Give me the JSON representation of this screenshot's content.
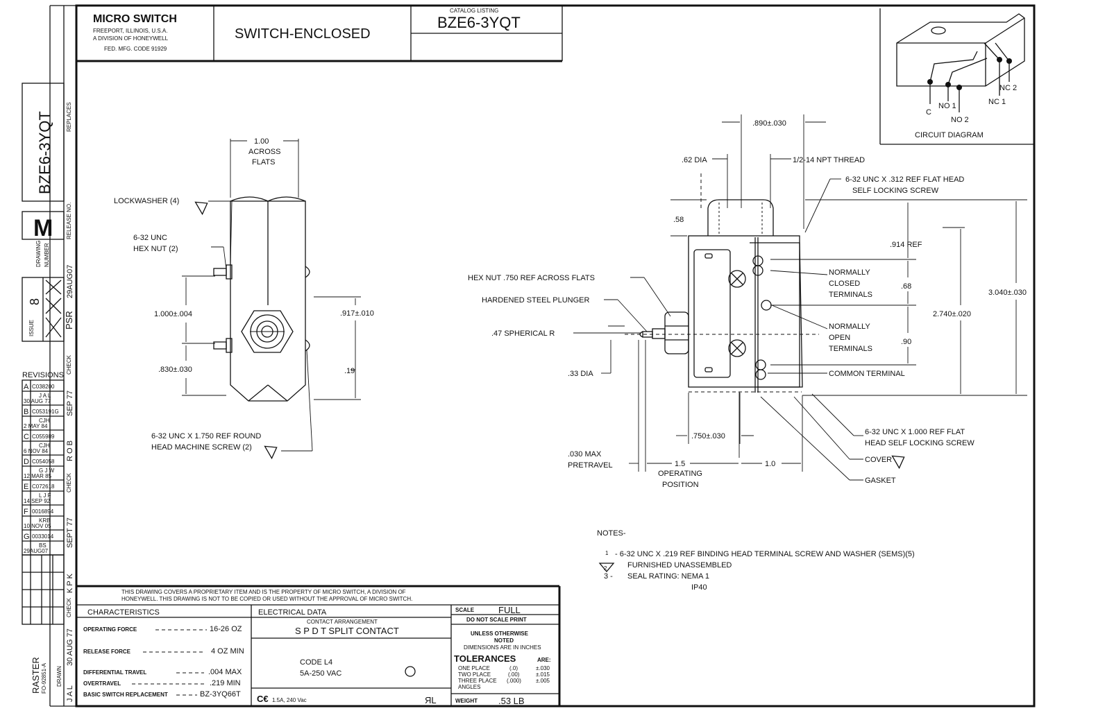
{
  "title_block": {
    "company": "MICRO SWITCH",
    "company_line2": "FREEPORT, ILLINOIS, U.S.A.",
    "company_line3": "A DIVISION OF HONEYWELL",
    "company_line4": "FED. MFG. CODE 91929",
    "drawing_title": "SWITCH-ENCLOSED",
    "catalog_label": "CATALOG LISTING",
    "catalog_number": "BZE6-3YQT"
  },
  "left_strip": {
    "part_number": "BZE6-3YQT",
    "release_letter": "M",
    "issue_number": "8",
    "issue_label": "ISSUE",
    "drawing_label": "DRAWING",
    "number_label": "NUMBER",
    "replaces_label": "REPLACES",
    "release_no_label": "RELEASE NO.",
    "check_label": "CHECK",
    "drawn_label": "DRAWN",
    "psr": "PSR",
    "date1": "29AUG07",
    "sep77": "SEP 77",
    "rob": "R O B",
    "sept77": "SEPT 77",
    "kpk": "K P K",
    "aug77": "30 AUG 77",
    "jal": "J A L",
    "raster": "RASTER",
    "raster_code": "FO-92851-A",
    "revisions_label": "REVISIONS",
    "revisions": [
      {
        "letter": "A",
        "code": "C038200",
        "by": "J A L",
        "date": "30 AUG 77"
      },
      {
        "letter": "B",
        "code": "C053191G",
        "by": "CJH",
        "date": "2 MAY 84"
      },
      {
        "letter": "C",
        "code": "C055989",
        "by": "CJH",
        "date": "6 NOV 84"
      },
      {
        "letter": "D",
        "code": "C054058",
        "by": "G J W",
        "date": "12 MAR 85"
      },
      {
        "letter": "E",
        "code": "C072618",
        "by": "L J F",
        "date": "14 SEP 92"
      },
      {
        "letter": "F",
        "code": "0016894",
        "by": "KRB",
        "date": "10 NOV 05"
      },
      {
        "letter": "G",
        "code": "0033014",
        "by": "BS",
        "date": "29AUG07"
      }
    ]
  },
  "front_view": {
    "across_flats": "1.00",
    "across_flats_label1": "ACROSS",
    "across_flats_label2": "FLATS",
    "lockwasher": "LOCKWASHER (4)",
    "hex_nut1": "6-32 UNC",
    "hex_nut2": "HEX NUT (2)",
    "dim_1000": "1.000±.004",
    "dim_830": ".830±.030",
    "dim_917": ".917±.010",
    "dim_19": ".19",
    "screw1": "6-32 UNC X 1.750 REF ROUND",
    "screw2": "HEAD MACHINE SCREW (2)",
    "note_marker": "2"
  },
  "side_view": {
    "dim_890": ".890±.030",
    "dia_62": ".62 DIA",
    "thread": "1/2-14 NPT   THREAD",
    "flat_screw1": "6-32 UNC X .312 REF FLAT HEAD",
    "flat_screw2": "SELF LOCKING SCREW",
    "dim_58": ".58",
    "dim_914": ".914 REF",
    "hex_nut750": "HEX NUT .750 REF ACROSS FLATS",
    "plunger": "HARDENED STEEL PLUNGER",
    "spherical": ".47 SPHERICAL R",
    "nc_terms1": "NORMALLY",
    "nc_terms2": "CLOSED",
    "nc_terms3": "TERMINALS",
    "no_terms1": "NORMALLY",
    "no_terms2": "OPEN",
    "no_terms3": "TERMINALS",
    "dim_68": ".68",
    "dim_90": ".90",
    "dim_2740": "2.740±.020",
    "dim_3040": "3.040±.030",
    "dia_33": ".33 DIA",
    "common": "COMMON TERMINAL",
    "dim_750": ".750±.030",
    "long_screw1": "6-32 UNC X 1.000 REF FLAT",
    "long_screw2": "HEAD SELF LOCKING SCREW",
    "pretravel1": ".030 MAX",
    "pretravel2": "PRETRAVEL",
    "dim_15": "1.5",
    "dim_10": "1.0",
    "op_pos1": "OPERATING",
    "op_pos2": "POSITION",
    "cover": "COVER",
    "gasket": "GASKET"
  },
  "circuit": {
    "title": "CIRCUIT DIAGRAM",
    "c": "C",
    "no1": "NO 1",
    "no2": "NO 2",
    "nc1": "NC 1",
    "nc2": "NC 2"
  },
  "notes": {
    "title": "NOTES-",
    "n1_num": "1",
    "n1": "- 6-32 UNC X .219 REF BINDING HEAD TERMINAL SCREW AND WASHER (SEMS)(5)",
    "n2_num": "2",
    "n2": "FURNISHED UNASSEMBLED",
    "n3_num": "3 -",
    "n3": "SEAL RATING: NEMA 1",
    "n3b": "IP40"
  },
  "bottom": {
    "proprietary1": "THIS DRAWING COVERS A PROPRIETARY ITEM AND IS THE PROPERTY OF MICRO SWITCH, A DIVISION OF",
    "proprietary2": "HONEYWELL. THIS DRAWING IS NOT TO BE COPIED OR USED WITHOUT THE APPROVAL OF MICRO SWITCH.",
    "characteristics": "CHARACTERISTICS",
    "op_force_label": "OPERATING FORCE",
    "op_force": "16-26 OZ",
    "rel_force_label": "RELEASE FORCE",
    "rel_force": "4 OZ MIN",
    "diff_label": "DIFFERENTIAL TRAVEL",
    "diff": ".004 MAX",
    "over_label": "OVERTRAVEL",
    "over": ".219 MIN",
    "basic_label": "BASIC SWITCH REPLACEMENT",
    "basic": "BZ-3YQ66T",
    "electrical": "ELECTRICAL DATA",
    "contact_label": "CONTACT ARRANGEMENT",
    "contact": "S P D T  SPLIT CONTACT",
    "code": "CODE L4",
    "rating": "5A-250 VAC",
    "ce": "1.5A, 240 Vac",
    "scale_label": "SCALE",
    "scale": "FULL",
    "no_scale": "DO NOT SCALE PRINT",
    "unless1": "UNLESS OTHERWISE",
    "unless2": "NOTED",
    "unless3": "DIMENSIONS ARE IN INCHES",
    "tolerances": "TOLERANCES",
    "are": "ARE:",
    "one_place": "ONE PLACE",
    "one_val": "(.0)",
    "one_tol": "±.030",
    "two_place": "TWO PLACE",
    "two_val": "(.00)",
    "two_tol": "±.015",
    "three_place": "THREE PLACE",
    "three_val": "(.000)",
    "three_tol": "±.005",
    "angles": "ANGLES",
    "weight_label": "WEIGHT",
    "weight": ".53 LB"
  }
}
